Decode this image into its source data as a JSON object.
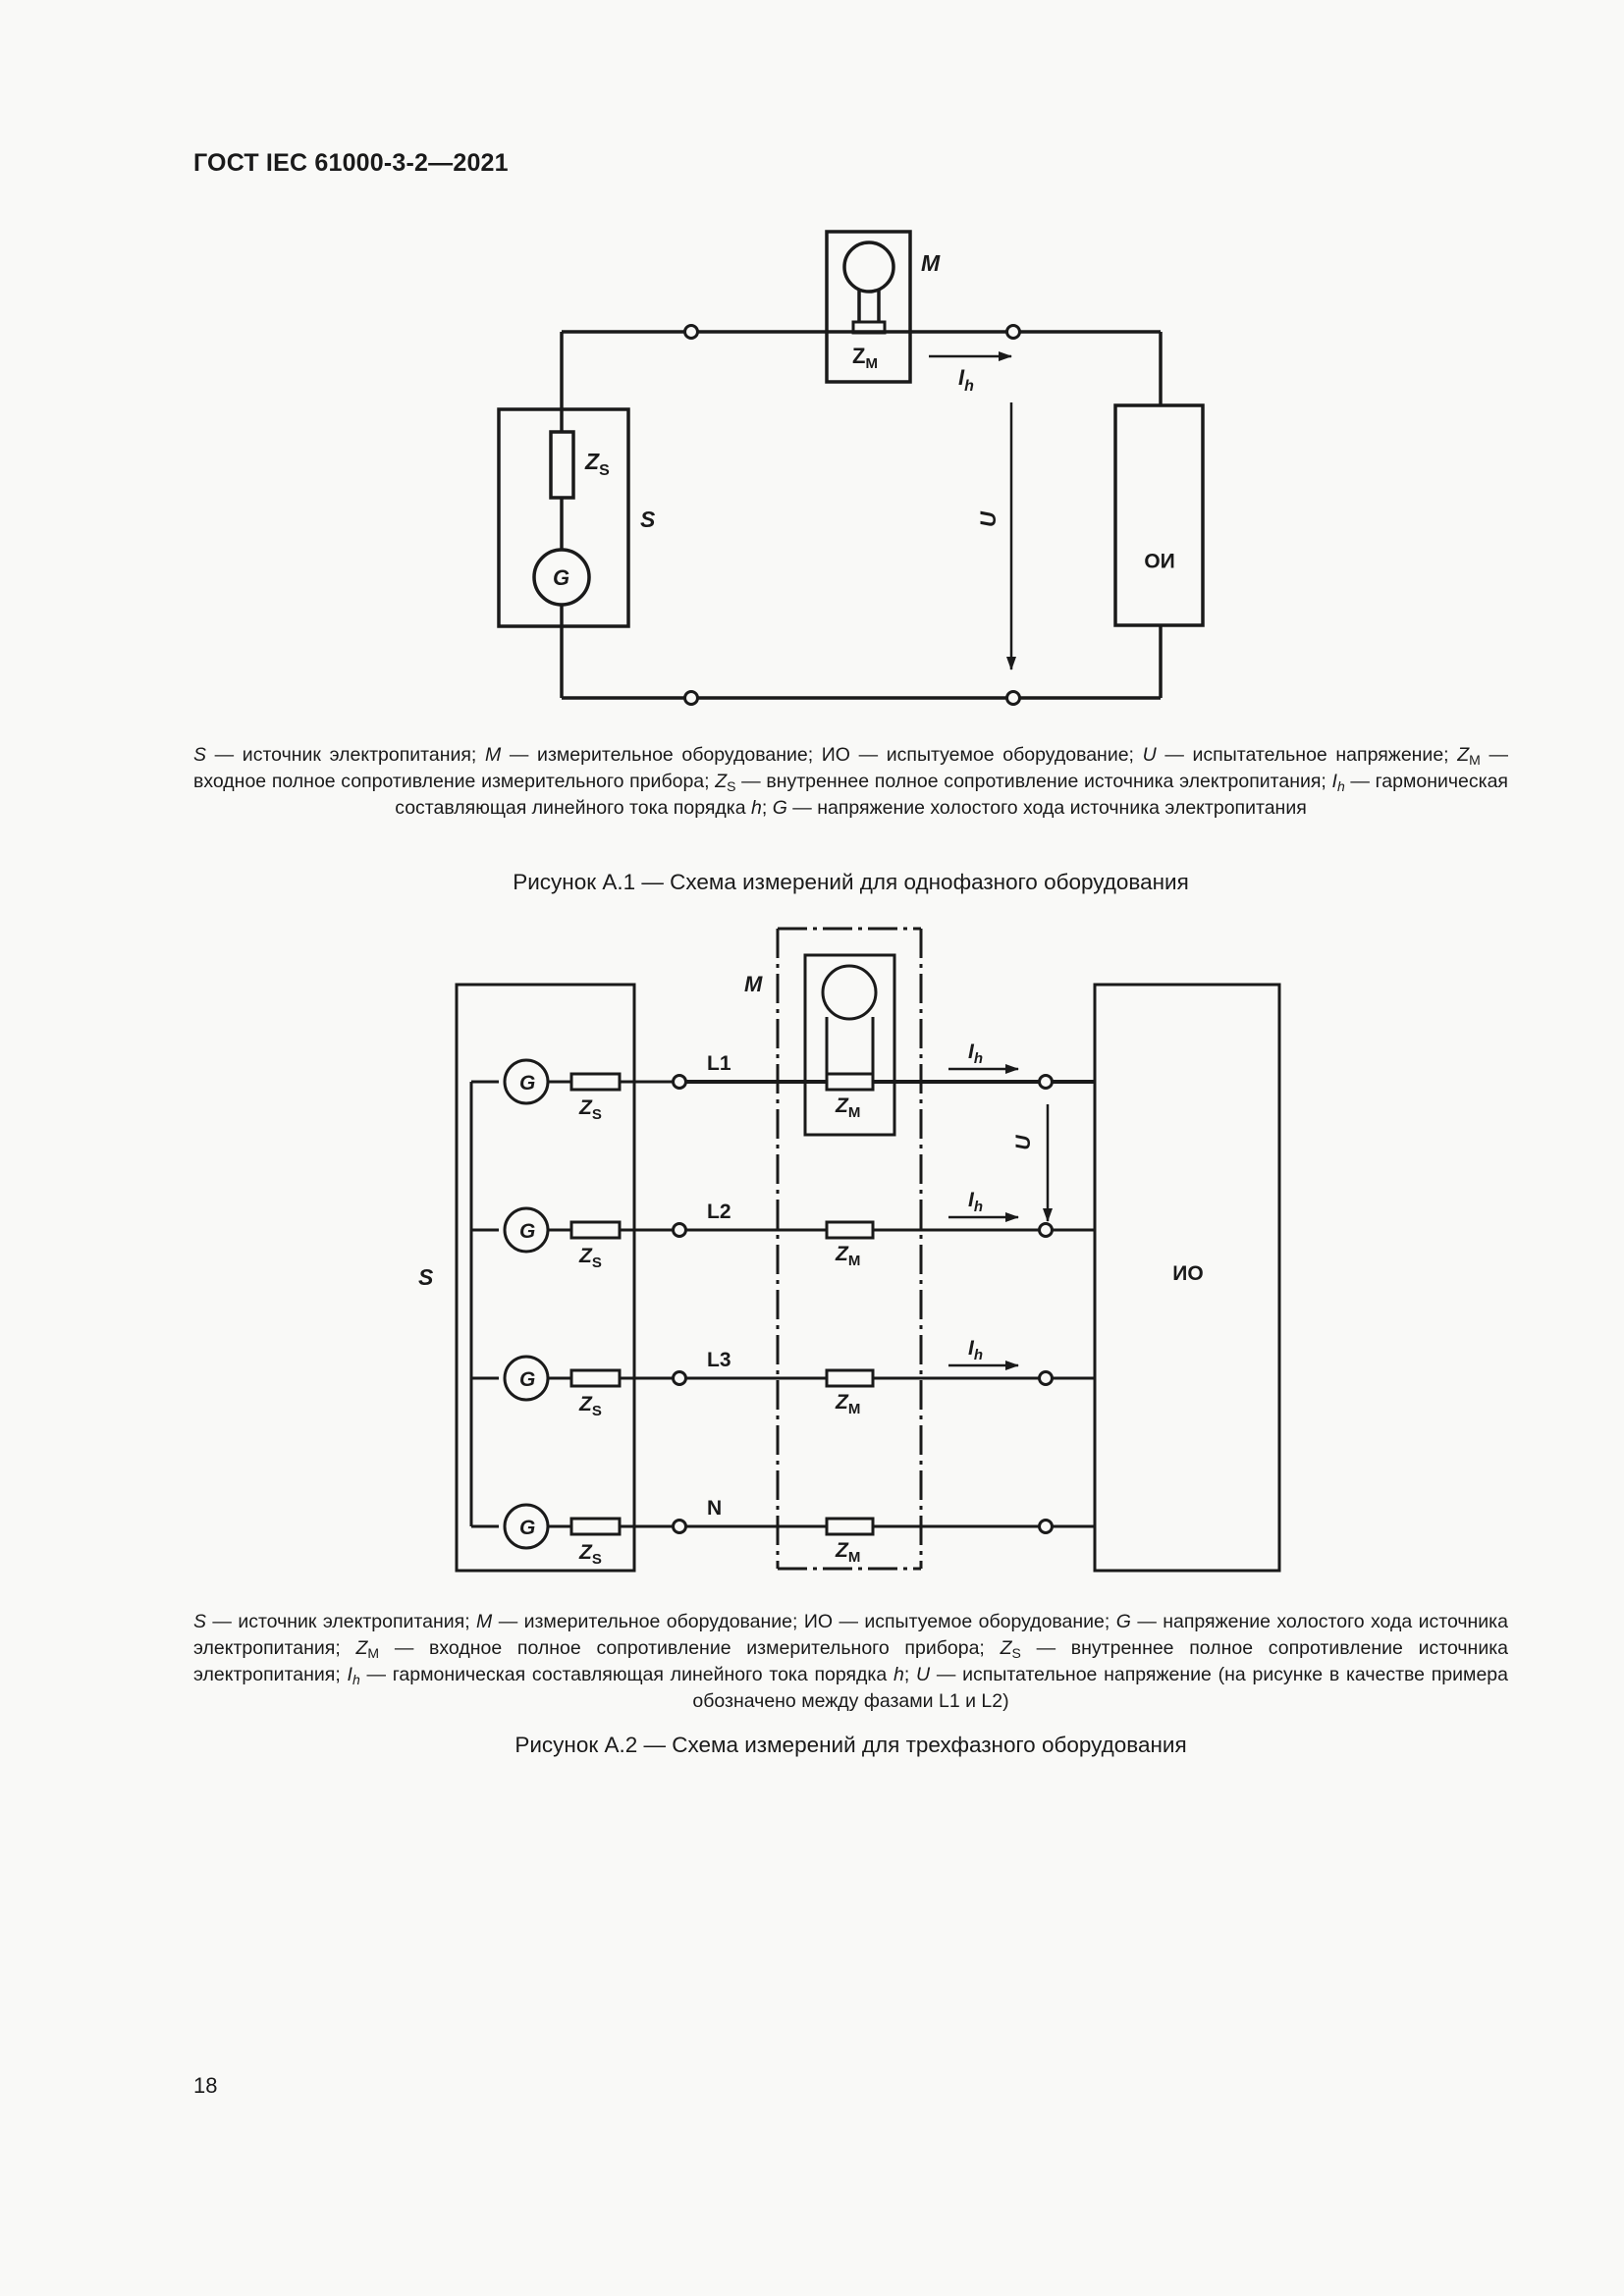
{
  "header": {
    "doc_id": "ГОСТ IEC 61000-3-2—2021"
  },
  "figure1": {
    "labels": {
      "meter": "M",
      "source": "S",
      "generator": "G",
      "eut": "ИО",
      "zs_main": "Z",
      "zs_sub": "S",
      "zm_main": "Z",
      "zm_sub": "M",
      "current": "I",
      "current_sub": "h",
      "voltage": "U"
    },
    "legend": {
      "p01": "S",
      "p02": " — источник электропитания; ",
      "p03": "M",
      "p04": " — измерительное оборудование; ИО — испытуемое оборудование; ",
      "p05": "U",
      "p06": " — испытательное напряжение; ",
      "p07": "Z",
      "p08": "M",
      "p09": " — входное полное сопротивление измерительного прибора; ",
      "p10": "Z",
      "p11": "S",
      "p12": " — внутреннее полное сопротивление источника электропитания; ",
      "p13": "I",
      "p14": "h",
      "p15": " — гармоническая составляющая линейного тока порядка ",
      "p16": "h",
      "p17": "; ",
      "p18": "G",
      "p19": " — напряжение холостого хода источника электропитания"
    },
    "caption": "Рисунок А.1 — Схема измерений для однофазного оборудования"
  },
  "figure2": {
    "labels": {
      "meter": "M",
      "source": "S",
      "generator": "G",
      "eut": "ИО",
      "zs_main": "Z",
      "zs_sub": "S",
      "zm_main": "Z",
      "zm_sub": "M",
      "current": "I",
      "current_sub": "h",
      "voltage": "U",
      "phases": [
        "L1",
        "L2",
        "L3",
        "N"
      ]
    },
    "legend": {
      "p01": "S",
      "p02": " — источник электропитания; ",
      "p03": "M",
      "p04": " — измерительное оборудование; ИО — испытуемое оборудование; ",
      "p05": "G",
      "p06": " — напряжение холостого хода источника электропитания; ",
      "p07": "Z",
      "p08": "M",
      "p09": " — входное полное сопротивление измерительного прибора; ",
      "p10": "Z",
      "p11": "S",
      "p12": " — внутреннее полное сопротивление источника электропитания; ",
      "p13": "I",
      "p14": "h",
      "p15": " — гармоническая составляющая линейного тока порядка ",
      "p16": "h",
      "p17": "; ",
      "p18": "U",
      "p19": " — испытательное напряжение (на рисунке в качестве примера обозначено между фазами L1 и L2)"
    },
    "caption": "Рисунок А.2 — Схема измерений для трехфазного оборудования"
  },
  "footer": {
    "page_number": "18"
  }
}
